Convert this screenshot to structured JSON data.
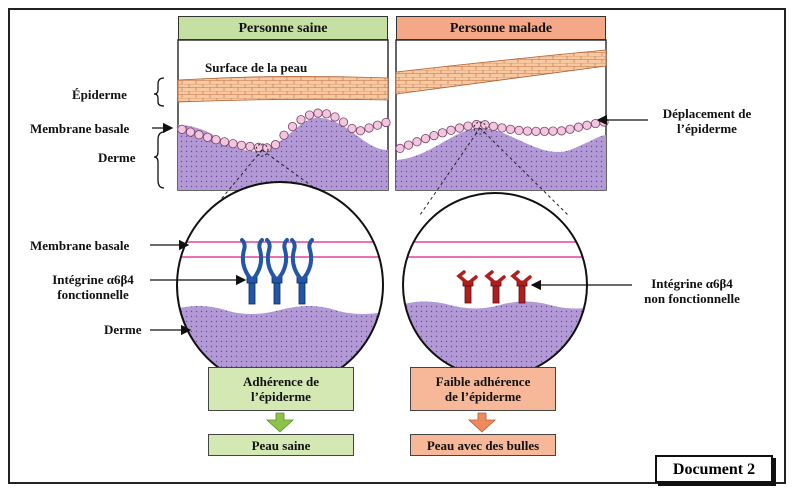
{
  "headers": {
    "healthy": "Personne saine",
    "sick": "Personne malade"
  },
  "labels": {
    "skin_surface": "Surface de la peau",
    "epidermis": "Épiderme",
    "basal_membrane": "Membrane basale",
    "dermis": "Derme",
    "displacement_line1": "Déplacement de",
    "displacement_line2": "l’épiderme",
    "zoom_basal_membrane": "Membrane basale",
    "integrin_func_line1": "Intégrine α6β4",
    "integrin_func_line2": "fonctionnelle",
    "zoom_dermis": "Derme",
    "integrin_nonfunc_line1": "Intégrine α6β4",
    "integrin_nonfunc_line2": "non fonctionnelle"
  },
  "boxes": {
    "healthy_adhesion_line1": "Adhérence de",
    "healthy_adhesion_line2": "l’épiderme",
    "healthy_result": "Peau saine",
    "sick_adhesion_line1": "Faible adhérence",
    "sick_adhesion_line2": "de l’épiderme",
    "sick_result": "Peau avec des bulles"
  },
  "document_label": "Document 2",
  "colors": {
    "healthy_header": "#c6e0a4",
    "healthy_box": "#d4e8b4",
    "healthy_arrow": "#8cc14a",
    "sick_header": "#f4a887",
    "sick_box": "#f7b89a",
    "sick_arrow": "#f08a5d",
    "epidermis": "#f7c9a3",
    "dermis": "#b39ad6",
    "basal_membrane_cells": "#f2c6de",
    "membrane_lines": "#e2459c",
    "integrin_functional": "#2456a8",
    "integrin_nonfunctional": "#b01e1e"
  }
}
